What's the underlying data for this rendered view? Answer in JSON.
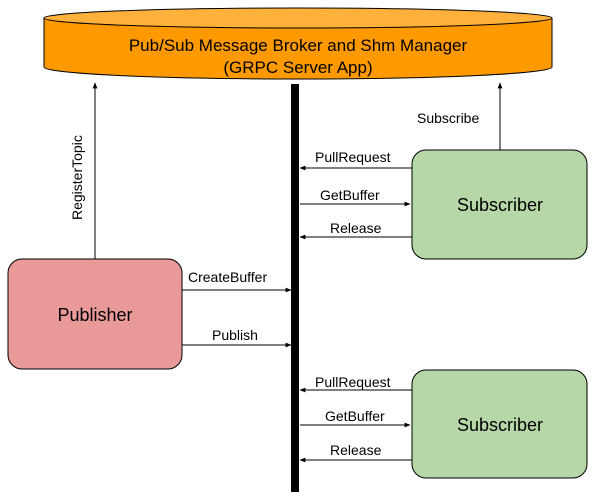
{
  "broker": {
    "title_line1": "Pub/Sub Message Broker and Shm Manager",
    "title_line2": "(GRPC Server App)",
    "fill": "#ff9900",
    "top_fill": "#ffb13c"
  },
  "publisher": {
    "label": "Publisher",
    "fill": "#ea9999",
    "stroke": "#000000"
  },
  "subscriber_top": {
    "label": "Subscriber",
    "fill": "#b6d7a8",
    "stroke": "#000000"
  },
  "subscriber_bottom": {
    "label": "Subscriber",
    "fill": "#b6d7a8",
    "stroke": "#000000"
  },
  "edges": {
    "register_topic": "RegisterTopic",
    "subscribe": "Subscribe",
    "create_buffer": "CreateBuffer",
    "publish": "Publish",
    "top_pull_request": "PullRequest",
    "top_get_buffer": "GetBuffer",
    "top_release": "Release",
    "bottom_pull_request": "PullRequest",
    "bottom_get_buffer": "GetBuffer",
    "bottom_release": "Release"
  }
}
